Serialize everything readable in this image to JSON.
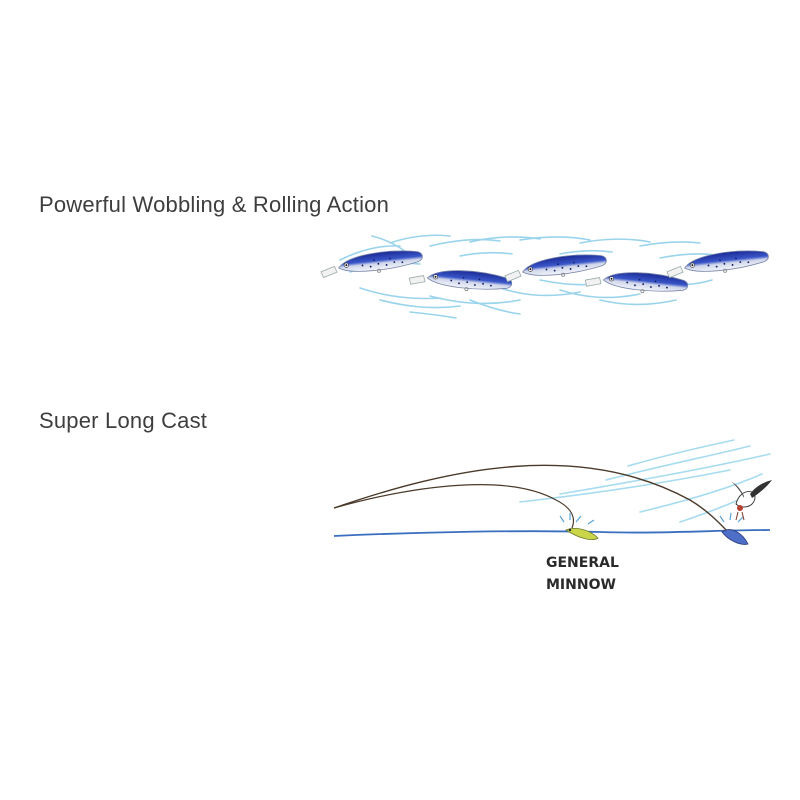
{
  "sections": [
    {
      "heading": "Powerful Wobbling & Rolling Action",
      "illustration_icon": "wobbling-lures-illustration"
    },
    {
      "heading": "Super Long Cast",
      "illustration_icon": "long-cast-illustration",
      "comparison_label_line1": "GENERAL",
      "comparison_label_line2": "MINNOW"
    }
  ],
  "colors": {
    "heading_text": "#3e3e3e",
    "water_streak": "#8fd0ea",
    "lure_back": "#1e2f9e",
    "lure_belly": "#e8ecf4",
    "water_line": "#3a6fc0",
    "cast_line": "#4a3a2a"
  }
}
